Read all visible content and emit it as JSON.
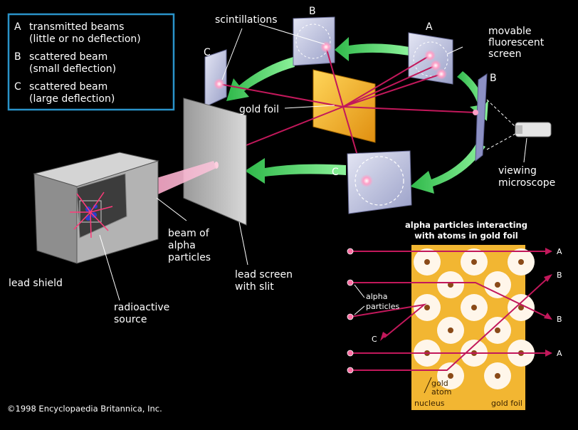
{
  "legend": {
    "items": [
      {
        "letter": "A",
        "line1": "transmitted beams",
        "line2": "(little or no deflection)"
      },
      {
        "letter": "B",
        "line1": "scattered beam",
        "line2": "(small deflection)"
      },
      {
        "letter": "C",
        "line1": "scattered beam",
        "line2": "(large deflection)"
      }
    ]
  },
  "labels": {
    "scintillations": "scintillations",
    "screen_b_top": "B",
    "screen_c_left": "C",
    "screen_a_top": "A",
    "screen_b_right": "B",
    "screen_c_bottom": "C",
    "movable_1": "movable",
    "movable_2": "fluorescent",
    "movable_3": "screen",
    "gold_foil": "gold foil",
    "viewing_1": "viewing",
    "viewing_2": "microscope",
    "beam_1": "beam of",
    "beam_2": "alpha",
    "beam_3": "particles",
    "lead_screen_1": "lead screen",
    "lead_screen_2": "with slit",
    "lead_shield": "lead shield",
    "radio_1": "radioactive",
    "radio_2": "source"
  },
  "inset": {
    "title_1": "alpha particles interacting",
    "title_2": "with atoms in gold foil",
    "alpha_1": "alpha",
    "alpha_2": "particles",
    "gold_1": "gold",
    "gold_2": "atom",
    "nucleus": "nucleus",
    "gold_foil": "gold foil",
    "out_a1": "A",
    "out_b1": "B",
    "out_b2": "B",
    "out_a2": "A",
    "out_c": "C"
  },
  "copyright": "©1998 Encyclopaedia Britannica, Inc.",
  "colors": {
    "background": "#000000",
    "beam": "#c2185b",
    "arrow": "#3fd15a",
    "gold": "#f2b632",
    "legend_border": "#2a93c9",
    "screen": "#b9bdd9"
  }
}
